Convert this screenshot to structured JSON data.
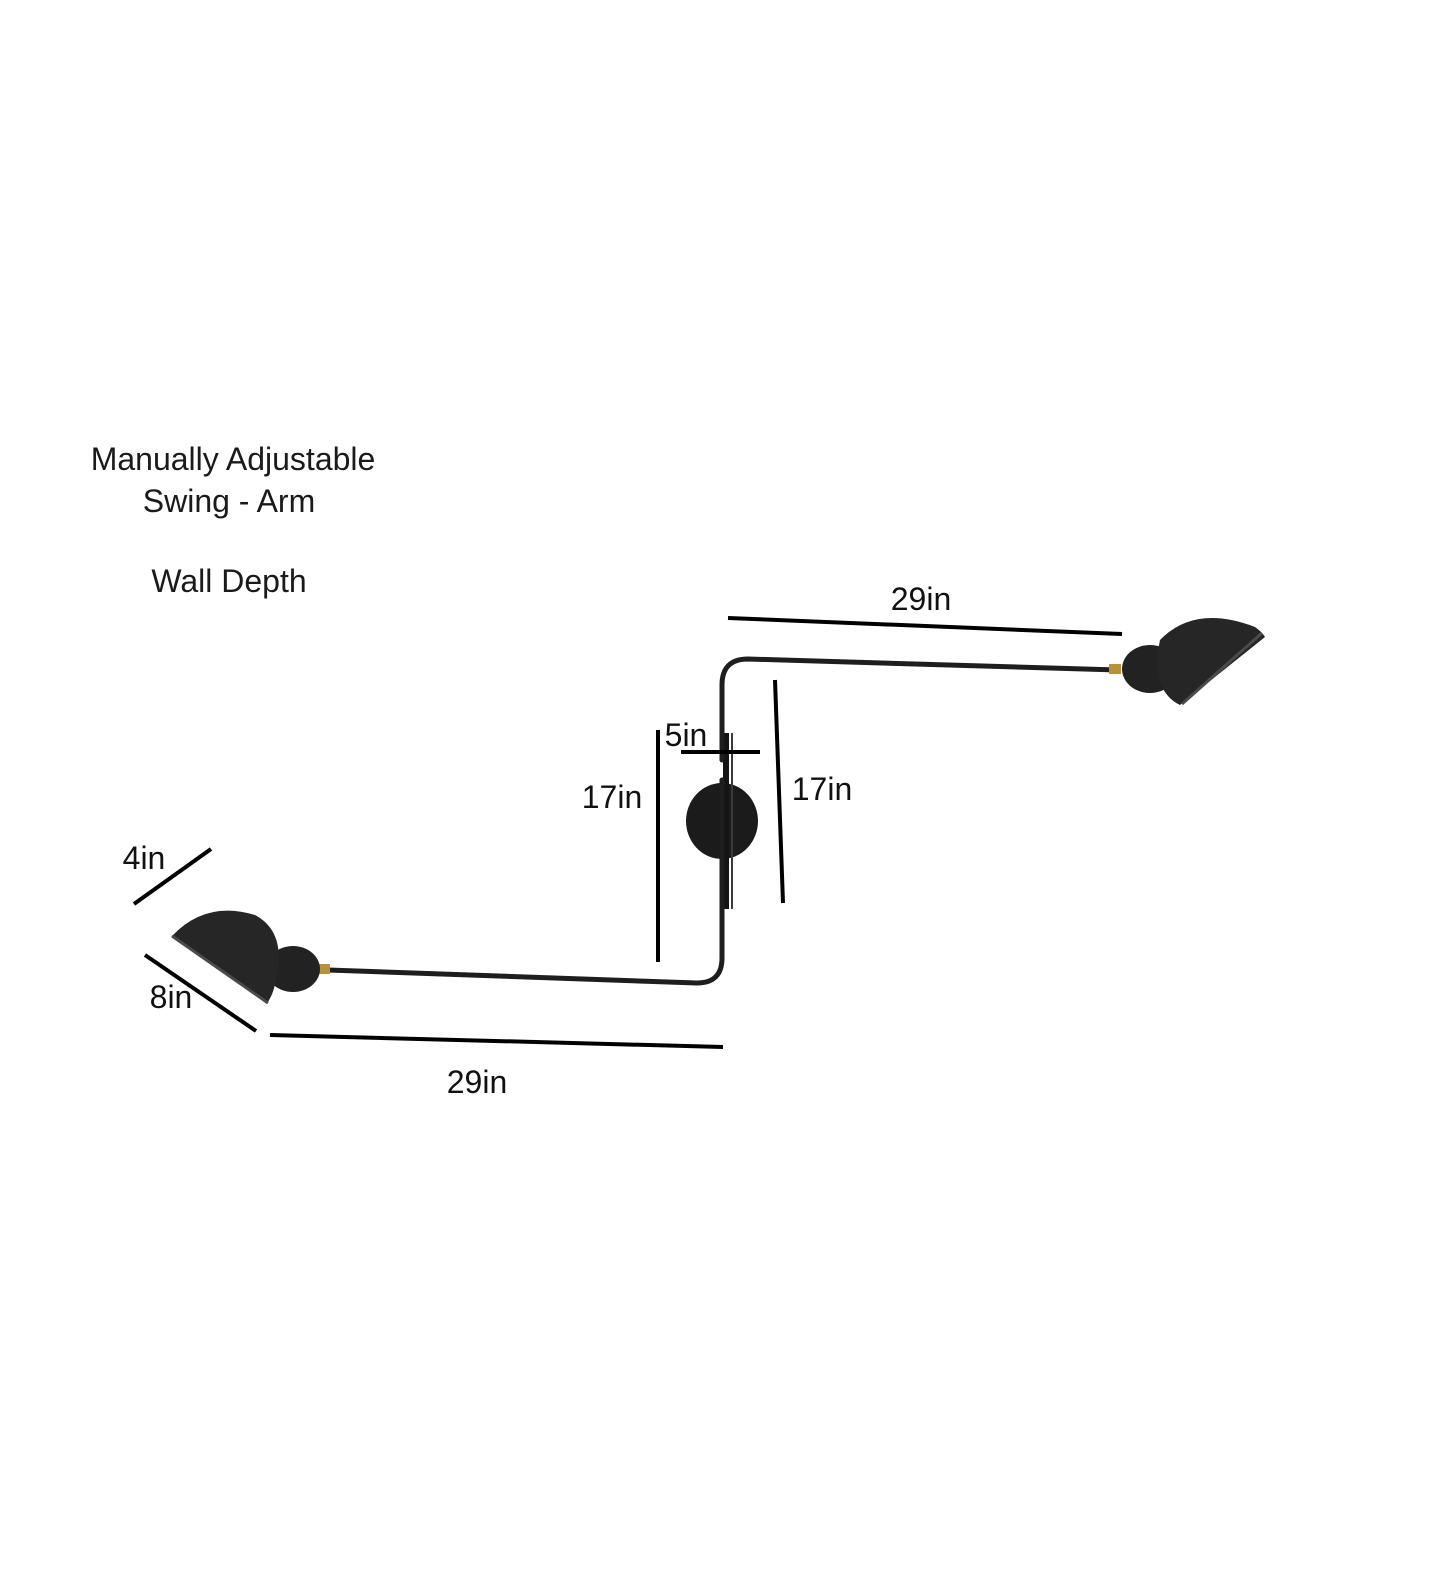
{
  "title": {
    "line1": "Manually Adjustable",
    "line2": "Swing - Arm",
    "line3": "Wall Depth"
  },
  "dimensions": {
    "top_arm_length": "29in",
    "bottom_arm_length": "29in",
    "left_vertical_height": "17in",
    "right_vertical_height": "17in",
    "wall_depth": "5in",
    "shade_depth": "4in",
    "shade_diameter": "8in"
  },
  "colors": {
    "background": "#ffffff",
    "fixture": "#1e1e1e",
    "brass_accent": "#b8923a",
    "dimension_line": "#000000",
    "text": "#1a1a1a"
  }
}
